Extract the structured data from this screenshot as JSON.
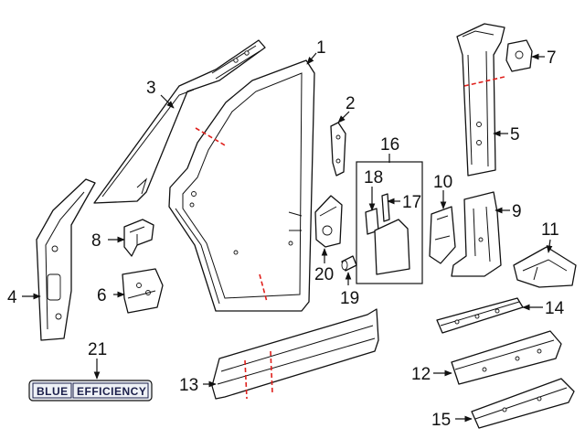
{
  "callouts": {
    "c1": "1",
    "c2": "2",
    "c3": "3",
    "c4": "4",
    "c5": "5",
    "c6": "6",
    "c7": "7",
    "c8": "8",
    "c9": "9",
    "c10": "10",
    "c11": "11",
    "c12": "12",
    "c13": "13",
    "c14": "14",
    "c15": "15",
    "c16": "16",
    "c17": "17",
    "c18": "18",
    "c19": "19",
    "c20": "20",
    "c21": "21"
  },
  "badge": {
    "word1": "BLUE",
    "word2": "EFFICIENCY"
  },
  "colors": {
    "line": "#111111",
    "cut_line": "#e0201c",
    "badge_fill": "#eef1f6",
    "badge_text": "#1b1f4a"
  }
}
